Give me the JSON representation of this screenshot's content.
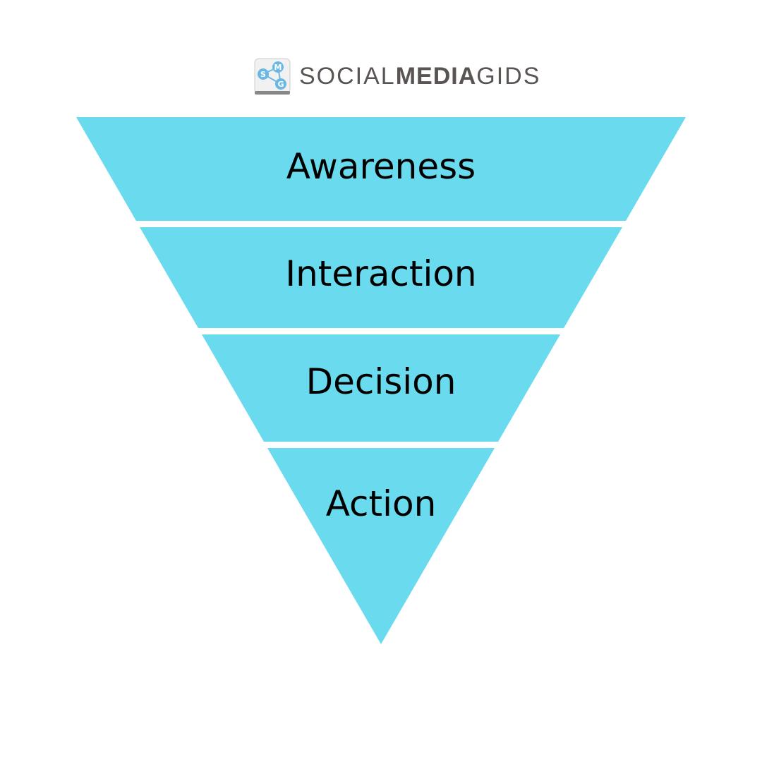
{
  "logo": {
    "icon_letters": [
      "S",
      "M",
      "G"
    ],
    "text_light_1": "SOCIAL",
    "text_bold": "MEDIA",
    "text_light_2": "GIDS"
  },
  "funnel": {
    "color": "#6ADBEE",
    "stages": [
      {
        "label": "Awareness"
      },
      {
        "label": "Interaction"
      },
      {
        "label": "Decision"
      },
      {
        "label": "Action"
      }
    ]
  }
}
